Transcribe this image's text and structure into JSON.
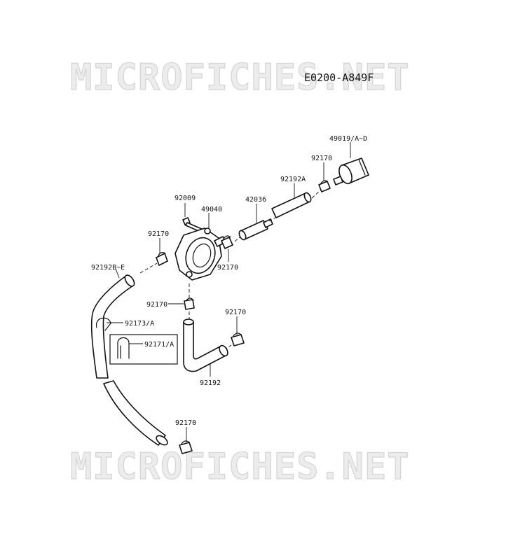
{
  "watermark": "MICROFICHES.NET",
  "diagram_code": "E0200-A849F",
  "labels": {
    "filter": "49019/A~D",
    "clamp_top": "92170",
    "hose_a": "92192A",
    "bolt": "92009",
    "pump": "49040",
    "pipe": "42036",
    "clamp_left": "92170",
    "clamp_mid": "92170",
    "hose_be": "92192B~E",
    "clamp_pump_bottom": "92170",
    "clamp_right": "92170",
    "clip_a": "92173/A",
    "clip_b": "92171/A",
    "hose_92192": "92192",
    "clamp_bottom": "92170"
  }
}
